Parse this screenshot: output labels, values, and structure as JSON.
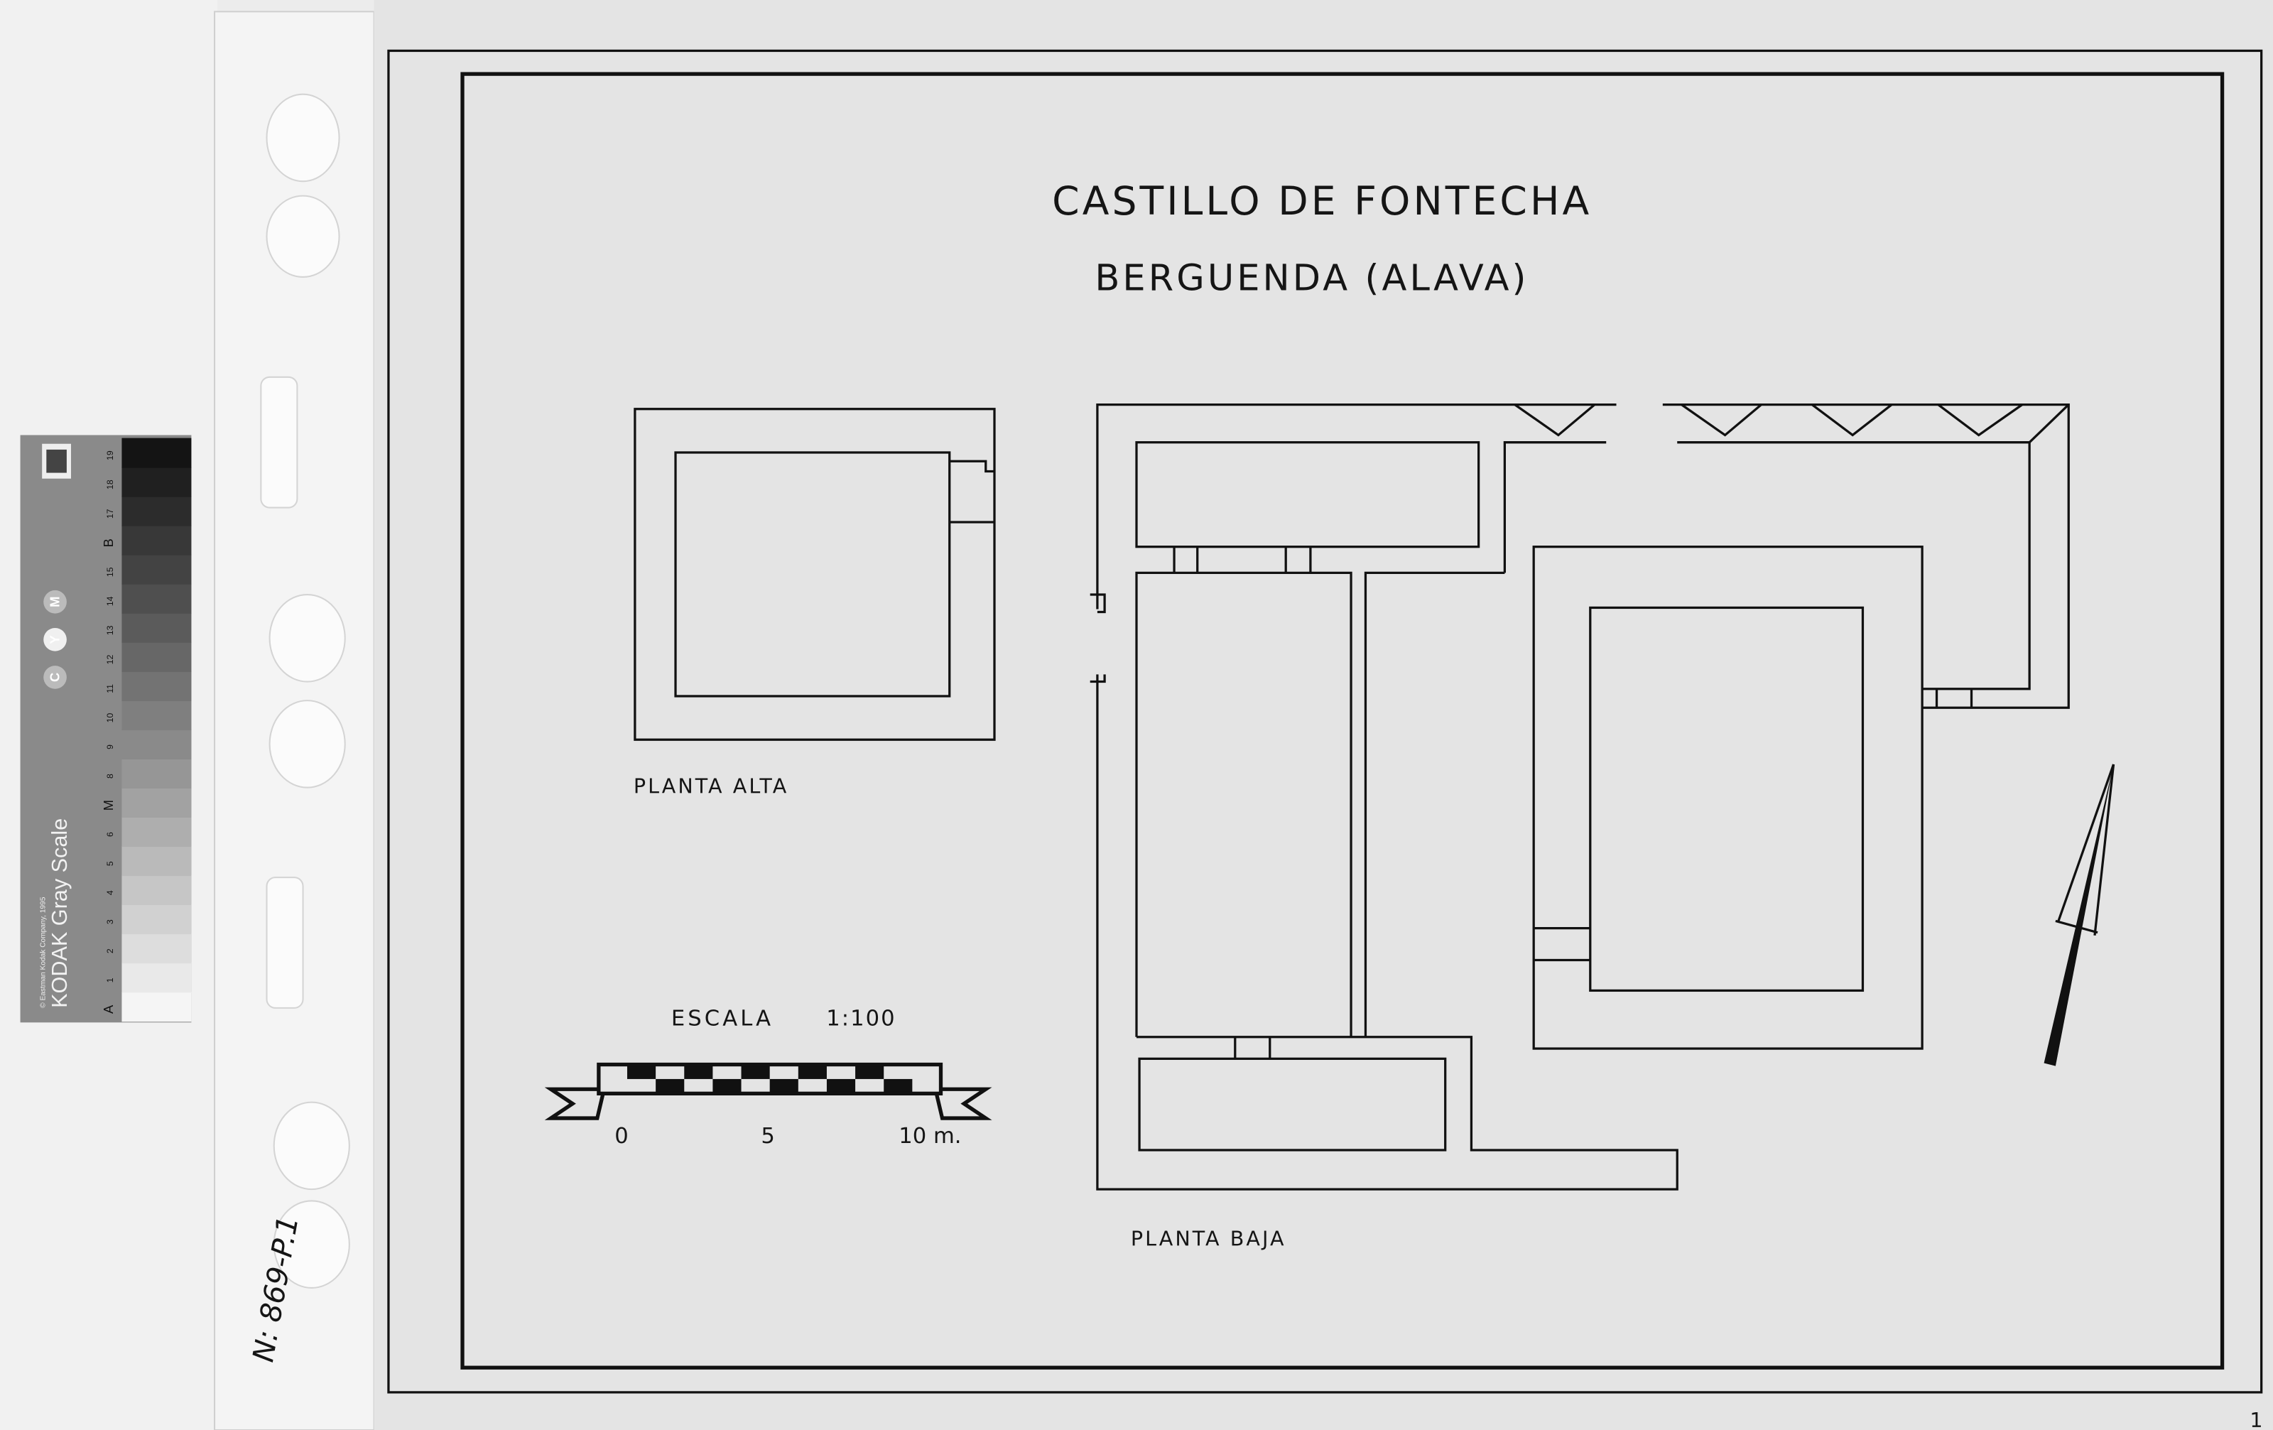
{
  "drawing": {
    "title": "CASTILLO DE FONTECHA",
    "subtitle": "BERGUENDA (ALAVA)",
    "upper_plan_label": "PLANTA ALTA",
    "ground_plan_label": "PLANTA BAJA",
    "scale": {
      "label": "ESCALA",
      "ratio": "1:100",
      "ticks": [
        "0",
        "5",
        "10 m."
      ]
    },
    "sheet_number": "1"
  },
  "archive_note": "N: 869-P.1",
  "gray_scale_card": {
    "brand": "Kodak",
    "title": "KODAK Gray Scale",
    "copyright": "© Eastman Kodak Company, 1995",
    "patch_labels": [
      "A",
      "1",
      "2",
      "3",
      "4",
      "5",
      "6",
      "M",
      "8",
      "9",
      "10",
      "11",
      "12",
      "13",
      "14",
      "15",
      "B",
      "17",
      "18",
      "19"
    ],
    "color_marks": [
      "C",
      "Y",
      "M"
    ]
  }
}
